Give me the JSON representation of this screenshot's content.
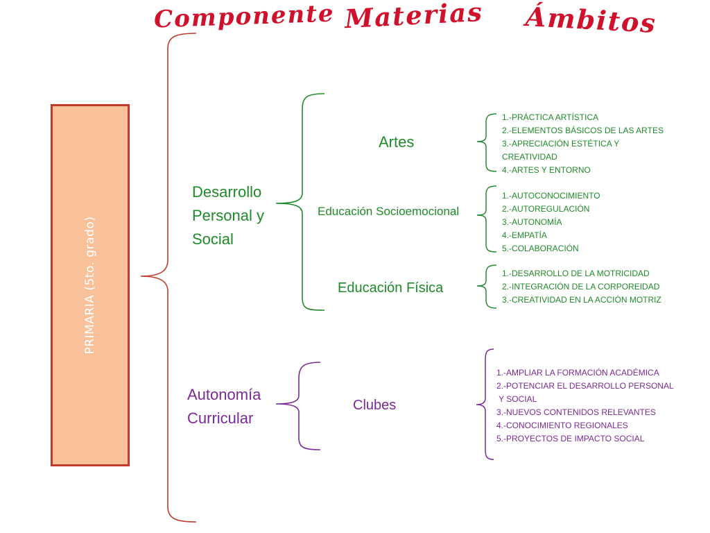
{
  "headers": {
    "componente": "Componente",
    "materias": "Materias",
    "ambitos": "Ámbitos"
  },
  "level": "PRIMARIA  (5to. grado)",
  "components": [
    {
      "label_lines": [
        "Desarrollo",
        "Personal y",
        "Social"
      ],
      "color": "#1f8a2a",
      "materias": [
        {
          "name": "Artes",
          "ambitos": [
            "1.-PRÁCTICA ARTÍSTICA",
            "2.-ELEMENTOS BÁSICOS DE LAS ARTES",
            "3.-APRECIACIÓN ESTÉTICA Y",
            "CREATIVIDAD",
            "4.-ARTES Y ENTORNO"
          ]
        },
        {
          "name": "Educación Socioemocional",
          "ambitos": [
            "1.-AUTOCONOCIMIENTO",
            "2.-AUTOREGULACIÓN",
            "3.-AUTONOMÍA",
            "4.-EMPATÍA",
            "5.-COLABORACIÓN"
          ]
        },
        {
          "name": "Educación Física",
          "ambitos": [
            "1.-DESARROLLO DE LA MOTRICIDAD",
            "2.-INTEGRACIÓN DE LA CORPOREIDAD",
            "3.-CREATIVIDAD EN LA ACCIÓN MOTRIZ"
          ]
        }
      ]
    },
    {
      "label_lines": [
        "Autonomía",
        "Curricular"
      ],
      "color": "#7a2a93",
      "materias": [
        {
          "name": "Clubes",
          "ambitos": [
            "1.-AMPLIAR LA FORMACIÓN ACADÉMICA",
            "2.-POTENCIAR EL DESARROLLO PERSONAL",
            " Y SOCIAL",
            "3.-NUEVOS CONTENIDOS RELEVANTES",
            "4.-CONOCIMIENTO REGIONALES",
            "5.-PROYECTOS DE IMPACTO SOCIAL"
          ]
        }
      ]
    }
  ],
  "colors": {
    "header": "#d0112b",
    "primaria_fill": "#f8c19a",
    "primaria_border": "#c0392b",
    "main_brace": "#c0392b",
    "green": "#1f8a2a",
    "purple": "#7a2a93"
  }
}
